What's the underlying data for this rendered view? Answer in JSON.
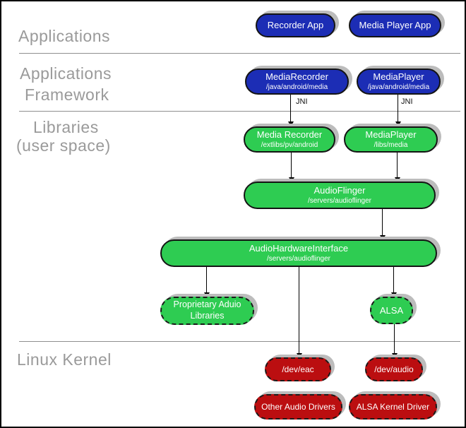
{
  "colors": {
    "app_blue": "#1c2db5",
    "lib_green": "#2ecc52",
    "kernel_red": "#bb0e10",
    "shadow": "#bcbcbc",
    "label_gray": "#9a9a9a"
  },
  "layers": {
    "applications": "Applications",
    "framework_line1": "Applications",
    "framework_line2": "Framework",
    "libraries_line1": "Libraries",
    "libraries_line2": "(user space)",
    "linux_kernel": "Linux Kernel"
  },
  "nodes": {
    "recorder_app": {
      "title": "Recorder App"
    },
    "media_player_app": {
      "title": "Media Player App"
    },
    "media_recorder_fw": {
      "title": "MediaRecorder",
      "subtitle": "/java/android/media"
    },
    "media_player_fw": {
      "title": "MediaPlayer",
      "subtitle": "/java/android/media"
    },
    "media_recorder_lib": {
      "title": "Media Recorder",
      "subtitle": "/extlibs/pv/android"
    },
    "media_player_lib": {
      "title": "MediaPlayer",
      "subtitle": "/libs/media"
    },
    "audio_flinger": {
      "title": "AudioFlinger",
      "subtitle": "/servers/audioflinger"
    },
    "audio_hardware_interface": {
      "title": "AudioHardwareInterface",
      "subtitle": "/servers/audioflinger"
    },
    "proprietary_audio_libraries": {
      "title": "Proprietary Aduio Libraries"
    },
    "alsa": {
      "title": "ALSA"
    },
    "dev_eac": {
      "title": "/dev/eac"
    },
    "dev_audio": {
      "title": "/dev/audio"
    },
    "other_audio_drivers": {
      "title": "Other Audio Drivers"
    },
    "alsa_kernel_driver": {
      "title": "ALSA Kernel Driver"
    }
  },
  "edge_labels": {
    "jni": "JNI"
  },
  "edges": [
    {
      "from": "media_recorder_fw",
      "to": "media_recorder_lib",
      "label": "JNI"
    },
    {
      "from": "media_player_fw",
      "to": "media_player_lib",
      "label": "JNI"
    },
    {
      "from": "media_recorder_lib",
      "to": "audio_flinger"
    },
    {
      "from": "media_player_lib",
      "to": "audio_flinger"
    },
    {
      "from": "audio_flinger",
      "to": "audio_hardware_interface"
    },
    {
      "from": "audio_hardware_interface",
      "to": "proprietary_audio_libraries"
    },
    {
      "from": "audio_hardware_interface",
      "to": "dev_eac"
    },
    {
      "from": "audio_hardware_interface",
      "to": "alsa"
    },
    {
      "from": "alsa",
      "to": "dev_audio"
    }
  ]
}
